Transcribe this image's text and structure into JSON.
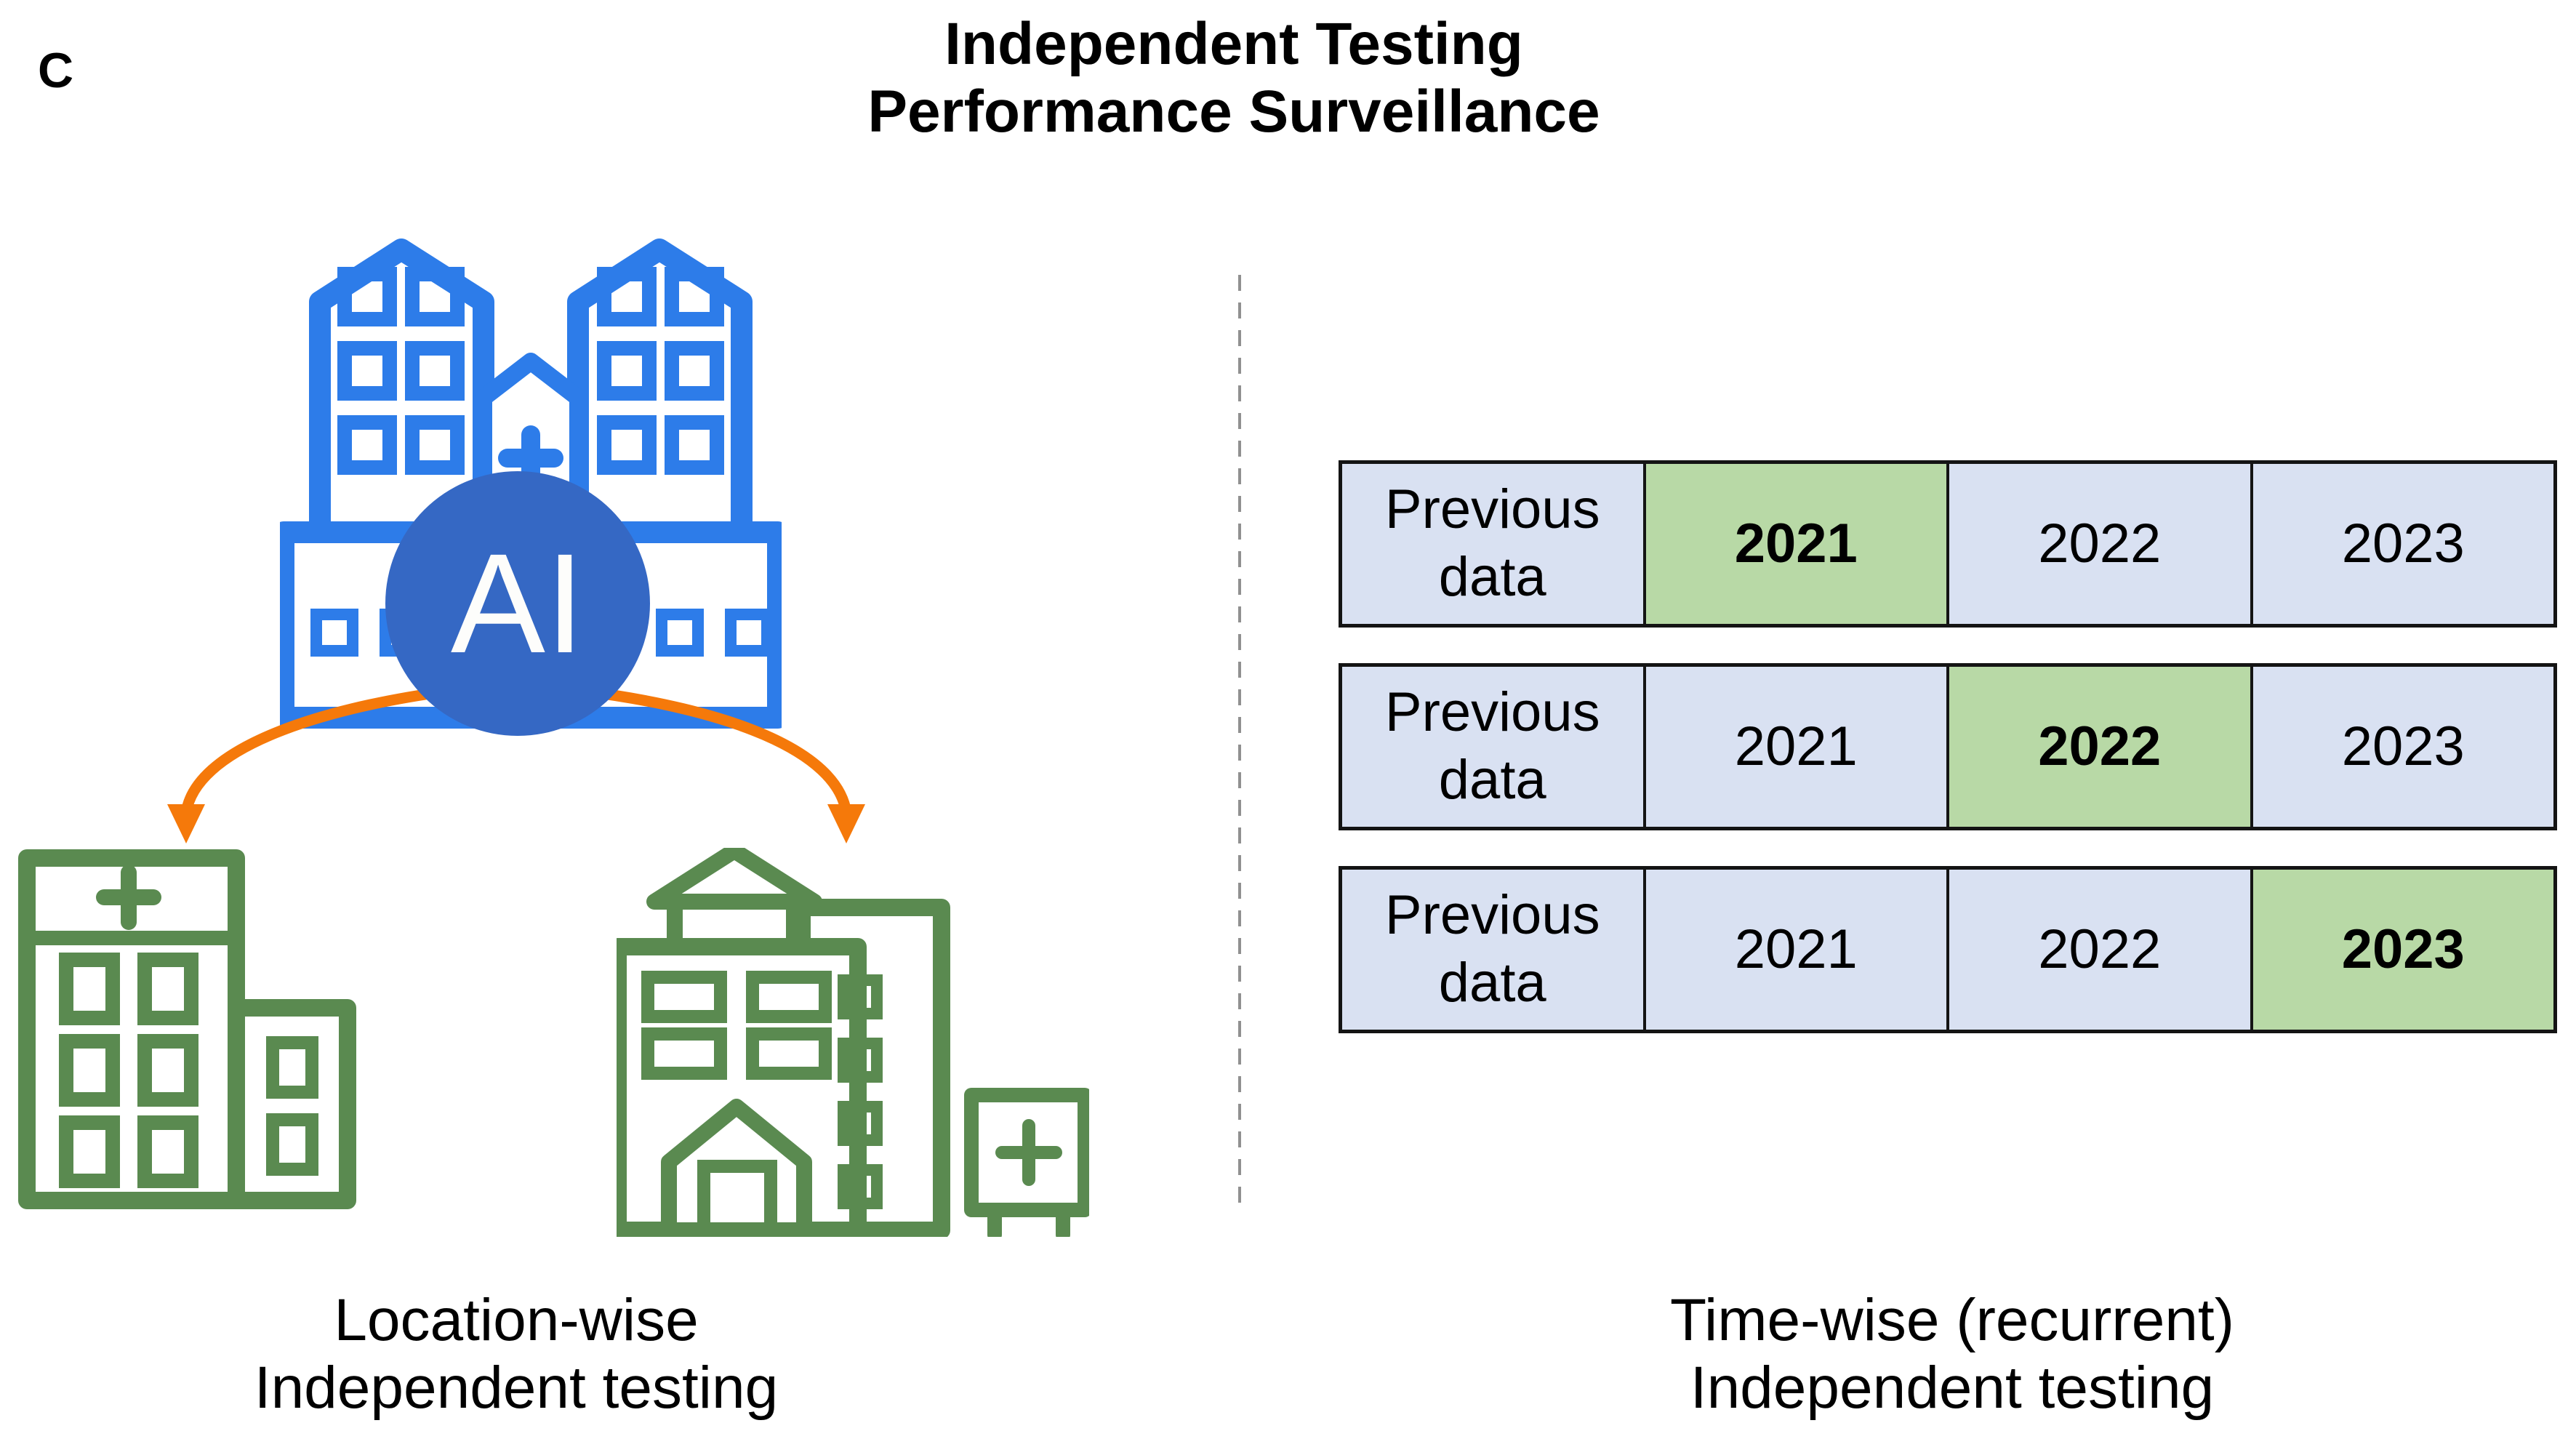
{
  "panel_label": "C",
  "title": {
    "line1": "Independent Testing",
    "line2": "Performance Surveillance"
  },
  "left_section": {
    "ai_badge": "AI",
    "source_icon": "hospital-network-icon",
    "target_icons": [
      "clinic-building-icon",
      "hospital-campus-icon"
    ],
    "caption": {
      "line1": "Location-wise",
      "line2": "Independent testing"
    }
  },
  "right_section": {
    "caption": {
      "line1": "Time-wise (recurrent)",
      "line2": "Independent testing"
    },
    "rows": [
      {
        "cells": [
          "Previous\ndata",
          "2021",
          "2022",
          "2023"
        ],
        "highlight": 1
      },
      {
        "cells": [
          "Previous\ndata",
          "2021",
          "2022",
          "2023"
        ],
        "highlight": 2
      },
      {
        "cells": [
          "Previous\ndata",
          "2021",
          "2022",
          "2023"
        ],
        "highlight": 3
      }
    ]
  },
  "colors": {
    "building_blue": "#2D7CE9",
    "ai_circle_blue": "#3568C4",
    "arrow_orange": "#F5790A",
    "icon_green": "#5A8A50",
    "cell_blue": "#D9E1F2",
    "cell_highlight_green": "#B8D9A6",
    "table_border": "#141414",
    "divider_gray": "#909090",
    "text_black": "#000000"
  }
}
